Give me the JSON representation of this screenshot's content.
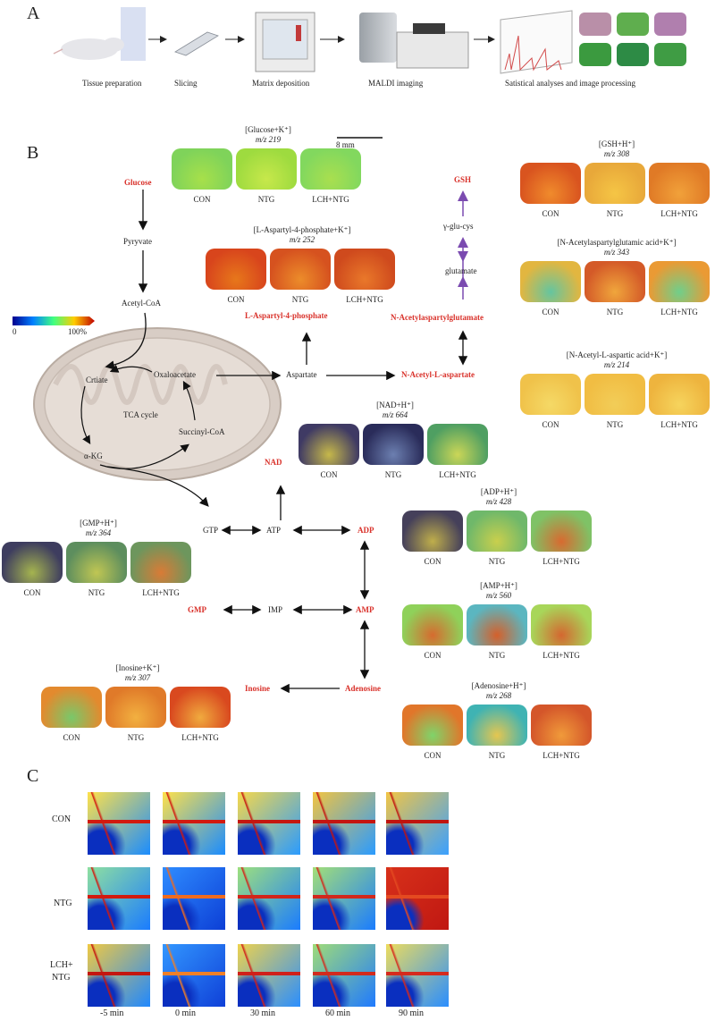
{
  "panels": {
    "a": "A",
    "b": "B",
    "c": "C"
  },
  "workflow": [
    "Tissue preparation",
    "Slicing",
    "Matrix deposition",
    "MALDI imaging",
    "Satistical analyses and image processing"
  ],
  "scalebar": "8 mm",
  "colorbar": {
    "min": "0",
    "max": "100%"
  },
  "groups": {
    "con": "CON",
    "ntg": "NTG",
    "lch": "LCH+NTG"
  },
  "metabolite_titles": {
    "glucose": {
      "ion": "[Glucose+K⁺]",
      "mz": "m/z 219"
    },
    "aspartyl": {
      "ion": "[L-Aspartyl-4-phosphate+K⁺]",
      "mz": "m/z 252"
    },
    "gsh": {
      "ion": "[GSH+H⁺]",
      "mz": "m/z 308"
    },
    "naag": {
      "ion": "[N-Acetylaspartylglutamic acid+K⁺]",
      "mz": "m/z 343"
    },
    "naa": {
      "ion": "[N-Acetyl-L-aspartic acid+K⁺]",
      "mz": "m/z 214"
    },
    "nad": {
      "ion": "[NAD+H⁺]",
      "mz": "m/z 664"
    },
    "adp": {
      "ion": "[ADP+H⁺]",
      "mz": "m/z 428"
    },
    "gmp": {
      "ion": "[GMP+H⁺]",
      "mz": "m/z 364"
    },
    "amp": {
      "ion": "[AMP+H⁺]",
      "mz": "m/z 560"
    },
    "inosine": {
      "ion": "[Inosine+K⁺]",
      "mz": "m/z 307"
    },
    "adenosine": {
      "ion": "[Adenosine+H⁺]",
      "mz": "m/z 268"
    }
  },
  "pathway": {
    "glucose": "Glucose",
    "pyruvate": "Pyryvate",
    "acetylcoa": "Acetyl-CoA",
    "citrate": "Crtiate",
    "oxaloacetate": "Oxaloacetate",
    "tca": "TCA cycle",
    "succinyl": "Succinyl-CoA",
    "akg": "α-KG",
    "aspartate": "Aspartate",
    "l_aspartyl": "L-Aspartyl-4-phosphate",
    "naa": "N-Acetyl-L-aspartate",
    "naag": "N-Acetylaspartylglutamate",
    "glutamate": "glutamate",
    "gluCys": "γ-glu-cys",
    "gsh": "GSH",
    "nad": "NAD",
    "gtp": "GTP",
    "atp": "ATP",
    "adp": "ADP",
    "gmp": "GMP",
    "imp": "IMP",
    "amp": "AMP",
    "inosine": "Inosine",
    "adenosine": "Adenosine"
  },
  "panel_c": {
    "rows": [
      "CON",
      "NTG",
      "LCH+\nNTG"
    ],
    "row1": "CON",
    "row2": "NTG",
    "row3a": "LCH+",
    "row3b": "NTG",
    "times": [
      "-5 min",
      "0 min",
      "30 min",
      "60 min",
      "90 min"
    ]
  },
  "colors": {
    "red_label": "#d9322b",
    "purple_arrow": "#7b4bb0"
  }
}
